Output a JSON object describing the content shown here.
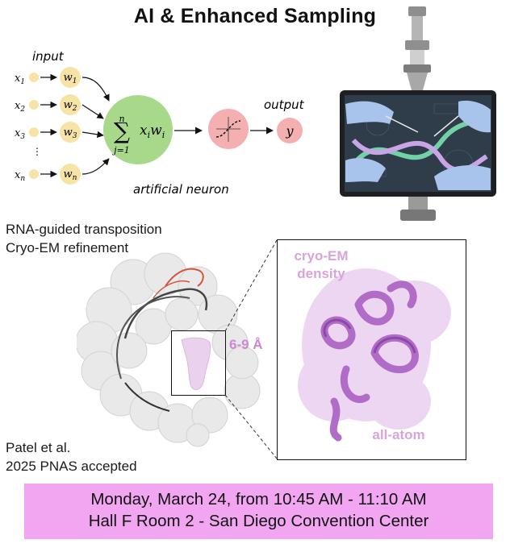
{
  "title": "AI & Enhanced Sampling",
  "neuron": {
    "input_label": "input",
    "output_label": "output",
    "caption": "artificial neuron",
    "inputs": [
      "x",
      "x",
      "x",
      "x"
    ],
    "input_subs": [
      "1",
      "2",
      "3",
      "n"
    ],
    "weights": [
      "w",
      "w",
      "w",
      "w"
    ],
    "weight_subs": [
      "1",
      "2",
      "3",
      "n"
    ],
    "sum_upper": "n",
    "sum_lower": "j=1",
    "sum_term": "x",
    "sum_term_sub": "i",
    "sum_weight": "w",
    "sum_weight_sub": "i",
    "output_symbol": "y"
  },
  "project": {
    "line1": "RNA-guided transposition",
    "line2": "Cryo-EM refinement"
  },
  "inset": {
    "label_top_1": "cryo-EM",
    "label_top_2": "density",
    "label_bottom": "all-atom",
    "resolution": "6-9 Å"
  },
  "citation": {
    "line1": "Patel et al.",
    "line2": "2025 PNAS accepted"
  },
  "banner": {
    "line1": "Monday, March 24, from 10:45 AM - 11:10 AM",
    "line2": "Hall F Room 2 - San Diego Convention Center"
  },
  "colors": {
    "neuron_input": "#f7e3a6",
    "summation": "#a8d98b",
    "activation": "#f4b0b0",
    "output": "#f4b0b0",
    "banner": "#f2a6f2",
    "density": "#e8c9ee",
    "protein": "#b06cc7",
    "label_pink": "#d9a4db",
    "rna_red": "#d4553c"
  }
}
